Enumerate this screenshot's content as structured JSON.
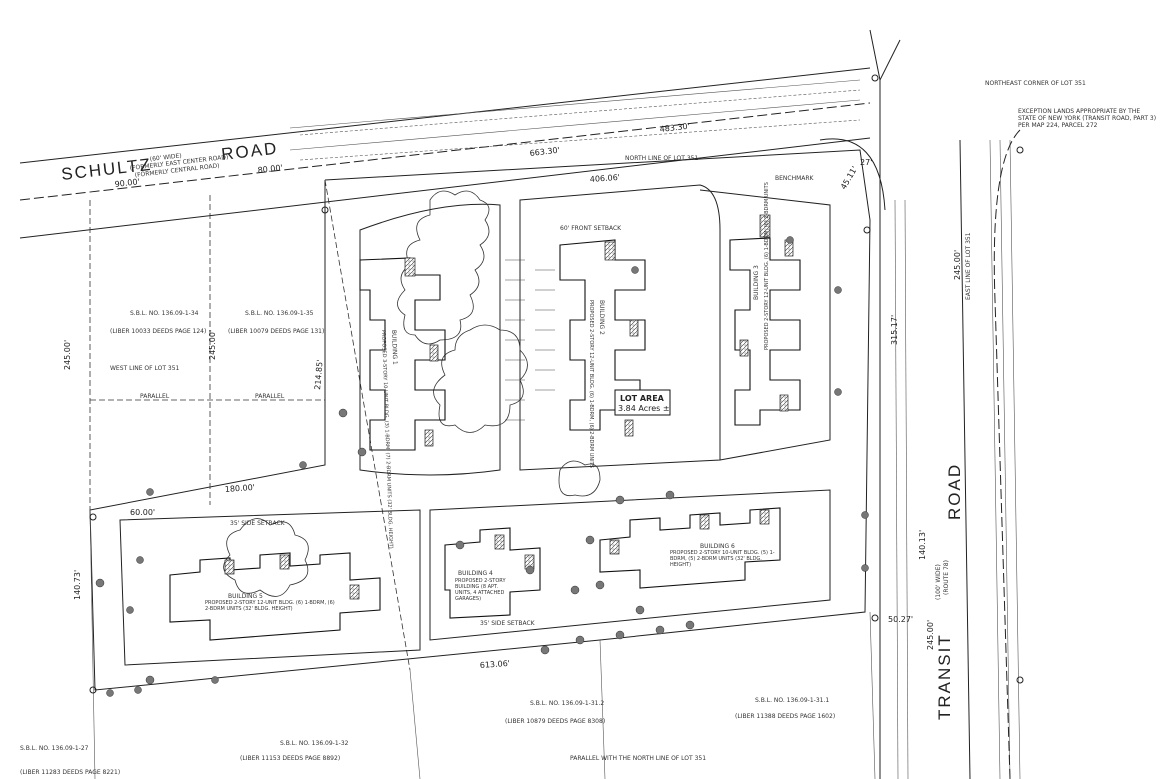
{
  "roads": {
    "schultz_name": "SCHULTZ",
    "schultz_suffix": "ROAD",
    "schultz_width": "(60' WIDE)",
    "schultz_former": "(FORMERLY EAST CENTER ROAD)",
    "schultz_former2": "(FORMERLY CENTRAL ROAD)",
    "transit_name": "TRANSIT",
    "transit_suffix": "ROAD",
    "transit_width": "(100' WIDE)",
    "transit_route": "(ROUTE 78)"
  },
  "dimensions": {
    "d_406": "406.06'",
    "d_613": "613.06'",
    "d_180": "180.00'",
    "d_214": "214.85'",
    "d_140": "140.73'",
    "d_315": "315.17'",
    "d_140b": "140.13'",
    "d_245a": "245.00'",
    "d_245b": "245.00'",
    "d_245c": "245.00'",
    "d_245d": "245.00'",
    "d_90": "90.00'",
    "d_80": "80.00'",
    "d_60": "60.00'",
    "d_663": "663.30'",
    "d_483": "483.30'",
    "d_50": "50.27'",
    "d_4511": "45.11'",
    "d_27": "27'"
  },
  "labels": {
    "lot_area": "LOT AREA",
    "lot_acres": "3.84 Acres ±",
    "west_line": "WEST LINE OF LOT 351",
    "north_line": "NORTH LINE OF LOT 351",
    "east_line": "EAST LINE OF LOT 351",
    "ne_corner": "NORTHEAST CORNER OF LOT 351",
    "parallel_a": "PARALLEL",
    "parallel_b": "PARALLEL",
    "parallel_north": "PARALLEL WITH THE NORTH LINE OF LOT 351",
    "exception": "EXCEPTION LANDS APPROPRIATE BY THE STATE OF NEW YORK (TRANSIT ROAD, PART 3) PER MAP 224, PARCEL 272",
    "benchmark": "BENCHMARK",
    "setback_front": "60' FRONT SETBACK",
    "setback_side": "35' SIDE SETBACK",
    "setback_rear": "35' SIDE SETBACK"
  },
  "buildings": [
    {
      "name": "BUILDING 1",
      "desc": "PROPOSED 3-STORY 10-UNIT BLDG. (3) 1-BDRM, (7) 2-BDRM UNITS (32' BLDG. HEIGHT)"
    },
    {
      "name": "BUILDING 2",
      "desc": "PROPOSED 2-STORY 12-UNIT BLDG. (6) 1-BDRM, (6) 2-BDRM UNITS"
    },
    {
      "name": "BUILDING 3",
      "desc": "PROPOSED 2-STORY 12-UNIT BLDG. (6) 1-BDRM, (6) 2-BDRM UNITS"
    },
    {
      "name": "BUILDING 4",
      "desc": "PROPOSED 2-STORY BUILDING (8 APT. UNITS, 4 ATTACHED GARAGES)"
    },
    {
      "name": "BUILDING 5",
      "desc": "PROPOSED 2-STORY 12-UNIT BLDG. (6) 1-BDRM, (6) 2-BDRM UNITS (32' BLDG. HEIGHT)"
    },
    {
      "name": "BUILDING 6",
      "desc": "PROPOSED 2-STORY 10-UNIT BLDG. (5) 1-BDRM, (5) 2-BDRM UNITS (32' BLDG. HEIGHT)"
    }
  ],
  "parcels": [
    {
      "sbl": "S.B.L. NO. 136.09-1-34",
      "liber": "(LIBER 10033 DEEDS PAGE 124)"
    },
    {
      "sbl": "S.B.L. NO. 136.09-1-35",
      "liber": "(LIBER 10079 DEEDS PAGE 131)"
    },
    {
      "sbl": "S.B.L. NO. 136.09-1-27",
      "liber": "(LIBER 11283 DEEDS PAGE 8221)"
    },
    {
      "sbl": "S.B.L. NO. 136.09-1-32",
      "liber": "(LIBER 11153 DEEDS PAGE 8892)"
    },
    {
      "sbl": "S.B.L. NO. 136.09-1-31.2",
      "liber": "(LIBER 10879 DEEDS PAGE 8308)"
    },
    {
      "sbl": "S.B.L. NO. 136.09-1-31.1",
      "liber": "(LIBER 11388 DEEDS PAGE 1602)"
    }
  ]
}
